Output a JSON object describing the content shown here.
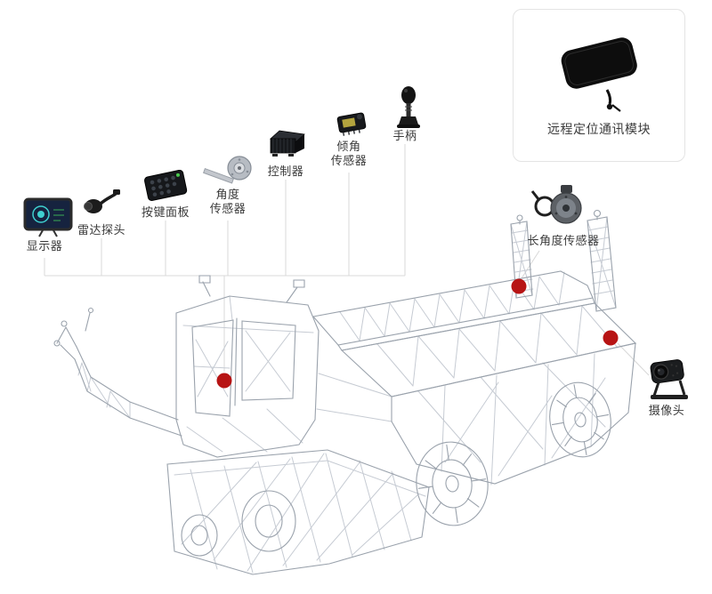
{
  "diagram": {
    "type": "vehicle-components-callout-diagram",
    "components": {
      "display": {
        "label": "显示器"
      },
      "radar_probe": {
        "label": "雷达探头"
      },
      "keypad": {
        "label": "按键面板"
      },
      "angle_sensor": {
        "label": "角度\n传感器"
      },
      "controller": {
        "label": "控制器"
      },
      "tilt_sensor": {
        "label": "倾角\n传感器"
      },
      "joystick": {
        "label": "手柄"
      },
      "remote_module": {
        "label": "远程定位通讯模块"
      },
      "long_angle_sensor": {
        "label": "长角度传感器"
      },
      "camera": {
        "label": "摄像头"
      }
    },
    "colors": {
      "marker": "#b71414",
      "wireframe_outline": "#9aa2ac",
      "wireframe_mesh": "#c6cbd3",
      "connector": "#d8d8d8",
      "box_border": "#e4e4e4",
      "text": "#3b3b3b"
    },
    "marker_count": "3"
  }
}
